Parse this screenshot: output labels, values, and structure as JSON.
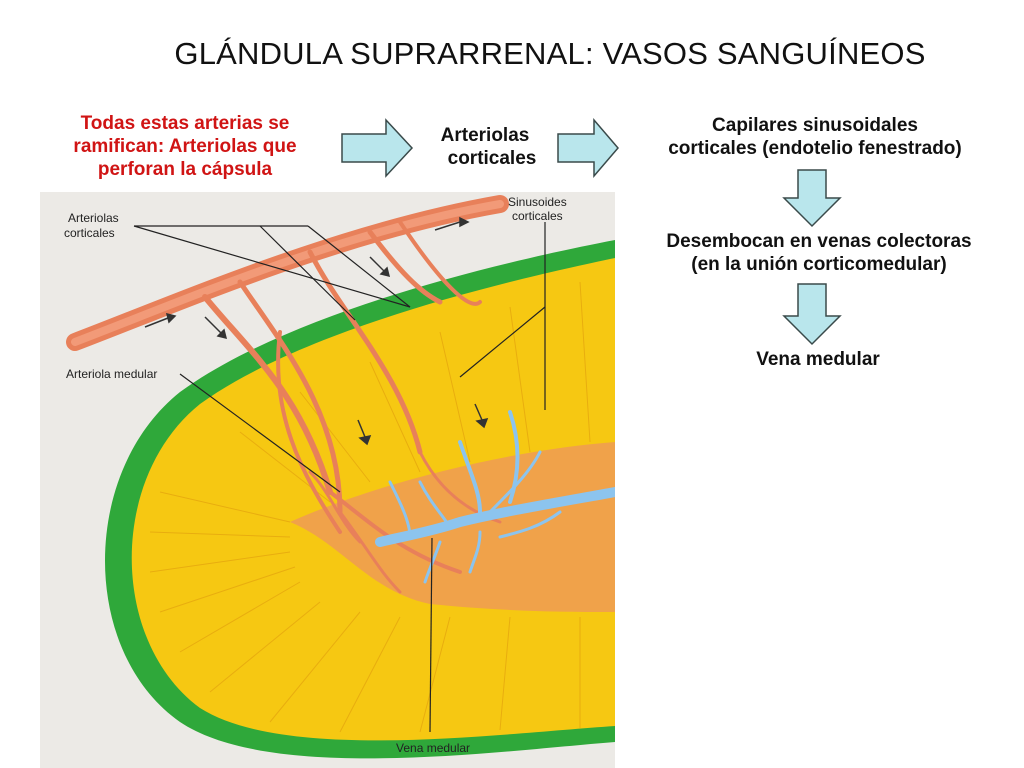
{
  "slide": {
    "title": "GLÁNDULA SUPRARRENAL: VASOS SANGUÍNEOS"
  },
  "flow": {
    "box1": [
      "Todas estas arterias se",
      "ramifican: Arteriolas  que",
      "perforan la cápsula"
    ],
    "box2": [
      "Arteriolas",
      "corticales"
    ],
    "box3": [
      "Capilares sinusoidales",
      "corticales (endotelio fenestrado)"
    ],
    "box4": [
      "Desembocan en venas colectoras",
      "(en la unión corticomedular)"
    ],
    "box5": "Vena medular"
  },
  "figure_labels": {
    "arteriolas_corticales": [
      "Arteriolas",
      "corticales"
    ],
    "sinusoides_corticales": [
      "Sinusoides",
      "corticales"
    ],
    "arteriola_medular": "Arteriola medular",
    "vena_medular": "Vena medular"
  },
  "colors": {
    "title_red": "#d01414",
    "arrow_fill": "#b9e6ec",
    "arrow_stroke": "#3a4a4a",
    "capsule_green": "#2fa83a",
    "cortex_yellow": "#f6c812",
    "medulla_orange": "#f0a24a",
    "artery": "#e8805a",
    "vein": "#8cc4ee"
  }
}
